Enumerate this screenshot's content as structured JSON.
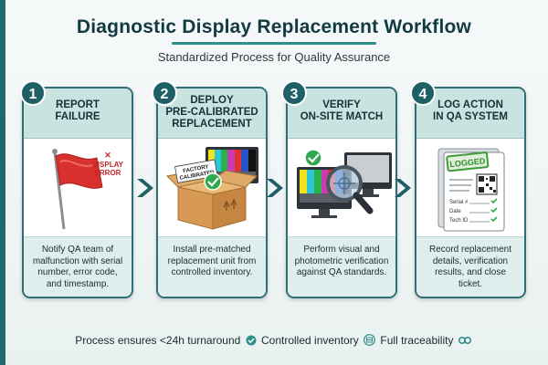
{
  "title": "Diagnostic Display Replacement Workflow",
  "subtitle": "Standardized Process for Quality Assurance",
  "colors": {
    "primary": "#1f5f66",
    "accent": "#2f8f8a",
    "panel": "#c9e3e1",
    "desc": "#dfeeed",
    "flag": "#d8302c"
  },
  "steps": [
    {
      "number": "1",
      "title_lines": [
        "REPORT",
        "FAILURE"
      ],
      "icon": "red-flag-icon",
      "art_text": {
        "line1": "DISPLAY",
        "line2": "ERROR",
        "mark": "✕"
      },
      "desc": "Notify QA team of malfunction with serial number, error code, and timestamp."
    },
    {
      "number": "2",
      "title_lines": [
        "DEPLOY",
        "PRE-CALIBRATED",
        "REPLACEMENT"
      ],
      "icon": "box-icon",
      "art_text": {
        "label_line1": "FACTORY",
        "label_line2": "CALIBRATED"
      },
      "desc": "Install pre-matched replacement unit from controlled inventory."
    },
    {
      "number": "3",
      "title_lines": [
        "VERIFY",
        "ON-SITE MATCH"
      ],
      "icon": "magnifier-icon",
      "desc": "Perform visual and photometric verification against QA standards."
    },
    {
      "number": "4",
      "title_lines": [
        "LOG ACTION",
        "IN QA SYSTEM"
      ],
      "icon": "document-icon",
      "art_text": {
        "stamp": "LOGGED",
        "field1": "Serial #",
        "field2": "Date",
        "field3": "Tech ID"
      },
      "desc": "Record replacement details, verification results, and close ticket."
    }
  ],
  "footer": {
    "part1": "Process ensures <24h turnaround",
    "part2": "Controlled inventory",
    "part3": "Full traceability",
    "icons": [
      "check-circle-icon",
      "inventory-icon",
      "link-icon"
    ]
  }
}
